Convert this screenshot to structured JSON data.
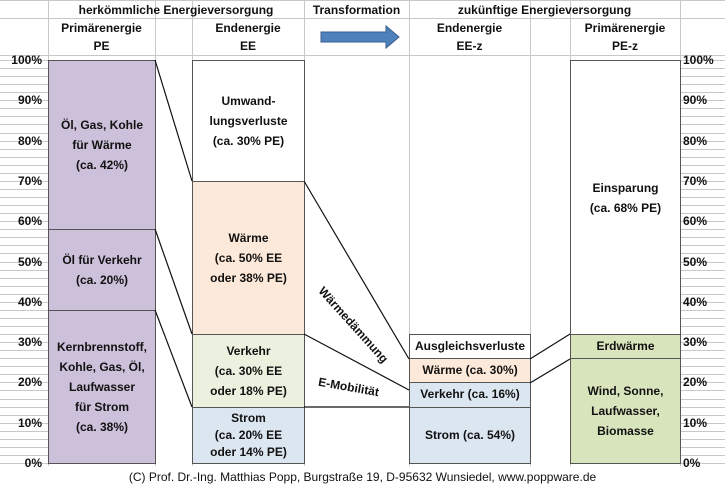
{
  "header": {
    "group_left": "herkömmliche Energieversorgung",
    "group_mid": "Transformation",
    "group_right": "zukünftige Energieversorgung",
    "col_pe": [
      "Primärenergie",
      "PE"
    ],
    "col_ee": [
      "Endenergie",
      "EE"
    ],
    "col_eez": [
      "Endenergie",
      "EE-z"
    ],
    "col_pez": [
      "Primärenergie",
      "PE-z"
    ]
  },
  "colors": {
    "purple": "#ccc0da",
    "orange": "#fde9d9",
    "green": "#ebf1de",
    "blue": "#dce6f1",
    "green_dark": "#d8e4bc",
    "arrow": "#4f81bd"
  },
  "annotations": {
    "waermedaemmung": "Wärmedämmung",
    "emobilitaet": "E-Mobilität"
  },
  "footer": "(C) Prof. Dr.-Ing. Matthias Popp, Burgstraße 19, D-95632 Wunsiedel, www.poppware.de",
  "chart_data": {
    "type": "bar",
    "stacked": true,
    "yticks": [
      "0%",
      "10%",
      "20%",
      "30%",
      "40%",
      "50%",
      "60%",
      "70%",
      "80%",
      "90%",
      "100%"
    ],
    "ylim": [
      0,
      100
    ],
    "columns": [
      {
        "name": "PE",
        "segments": [
          {
            "from": 58,
            "to": 100,
            "label": "Öl, Gas, Kohle\nfür Wärme\n(ca. 42%)",
            "color": "purple"
          },
          {
            "from": 38,
            "to": 58,
            "label": "Öl für Verkehr\n(ca. 20%)",
            "color": "purple"
          },
          {
            "from": 0,
            "to": 38,
            "label": "Kernbrennstoff,\nKohle, Gas, Öl,\nLaufwasser\nfür Strom\n(ca. 38%)",
            "color": "purple"
          }
        ]
      },
      {
        "name": "EE",
        "segments": [
          {
            "from": 70,
            "to": 100,
            "label": "Umwand-\nlungsverluste\n(ca. 30% PE)",
            "color": "white"
          },
          {
            "from": 32,
            "to": 70,
            "label": "Wärme\n(ca. 50% EE\noder 38% PE)",
            "color": "orange"
          },
          {
            "from": 14,
            "to": 32,
            "label": "Verkehr\n(ca. 30% EE\noder 18% PE)",
            "color": "green"
          },
          {
            "from": 0,
            "to": 14,
            "label": "Strom\n(ca. 20% EE\noder 14% PE)",
            "color": "blue"
          }
        ]
      },
      {
        "name": "EE-z",
        "segments": [
          {
            "from": 26,
            "to": 32,
            "label": "Ausgleichsverluste",
            "color": "white"
          },
          {
            "from": 20,
            "to": 26,
            "label": "Wärme (ca. 30%)",
            "color": "orange"
          },
          {
            "from": 14,
            "to": 20,
            "label": "Verkehr (ca. 16%)",
            "color": "blue"
          },
          {
            "from": 0,
            "to": 14,
            "label": "Strom (ca. 54%)",
            "color": "blue"
          }
        ]
      },
      {
        "name": "PE-z",
        "segments": [
          {
            "from": 32,
            "to": 100,
            "label": "Einsparung\n(ca. 68% PE)",
            "color": "white"
          },
          {
            "from": 26,
            "to": 32,
            "label": "Erdwärme",
            "color": "green_dark"
          },
          {
            "from": 0,
            "to": 26,
            "label": "Wind, Sonne,\nLaufwasser,\nBiomasse",
            "color": "green_dark"
          }
        ]
      }
    ]
  }
}
